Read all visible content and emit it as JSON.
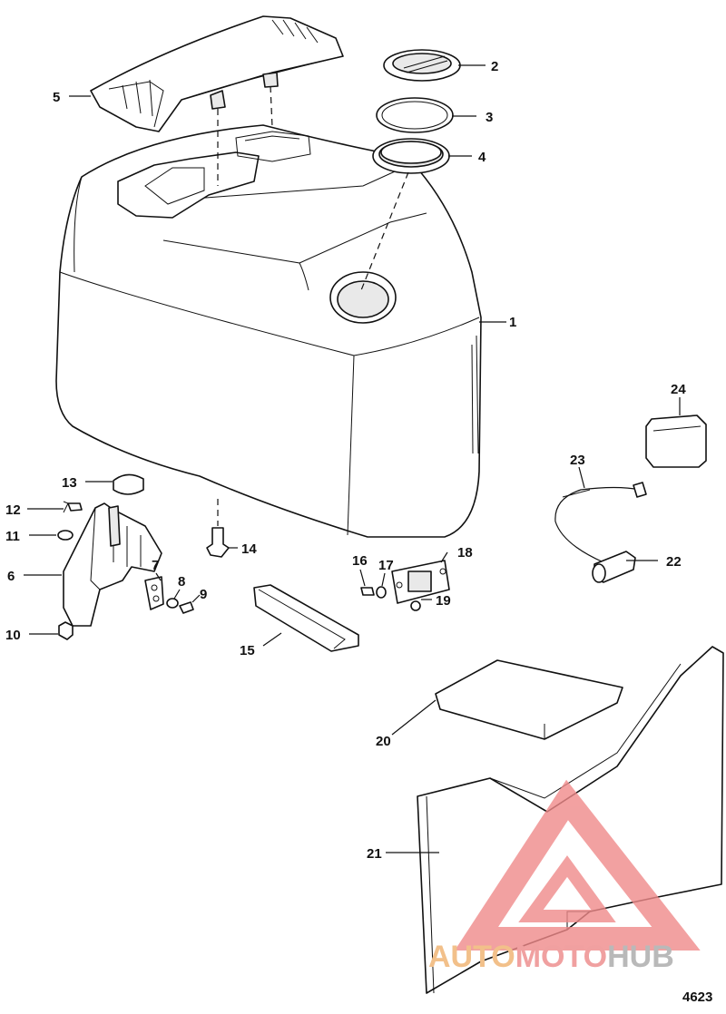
{
  "diagram": {
    "figure_number": "4623",
    "callouts": [
      {
        "id": "1",
        "label": "1"
      },
      {
        "id": "2",
        "label": "2"
      },
      {
        "id": "3",
        "label": "3"
      },
      {
        "id": "4",
        "label": "4"
      },
      {
        "id": "5",
        "label": "5"
      },
      {
        "id": "6",
        "label": "6"
      },
      {
        "id": "7",
        "label": "7"
      },
      {
        "id": "8",
        "label": "8"
      },
      {
        "id": "9",
        "label": "9"
      },
      {
        "id": "10",
        "label": "10"
      },
      {
        "id": "11",
        "label": "11"
      },
      {
        "id": "12",
        "label": "12"
      },
      {
        "id": "13",
        "label": "13"
      },
      {
        "id": "14",
        "label": "14"
      },
      {
        "id": "15",
        "label": "15"
      },
      {
        "id": "16",
        "label": "16"
      },
      {
        "id": "17",
        "label": "17"
      },
      {
        "id": "18",
        "label": "18"
      },
      {
        "id": "19",
        "label": "19"
      },
      {
        "id": "20",
        "label": "20"
      },
      {
        "id": "21",
        "label": "21"
      },
      {
        "id": "22",
        "label": "22"
      },
      {
        "id": "23",
        "label": "23"
      },
      {
        "id": "24",
        "label": "24"
      }
    ]
  },
  "watermark": {
    "part1": "AUTO",
    "part2": "MOTO",
    "part3": "HUB",
    "colors": {
      "auto": "#f2c08a",
      "moto": "#f0a0a0",
      "hub": "#b9b9b9",
      "triangle": "#f08a8a"
    }
  }
}
